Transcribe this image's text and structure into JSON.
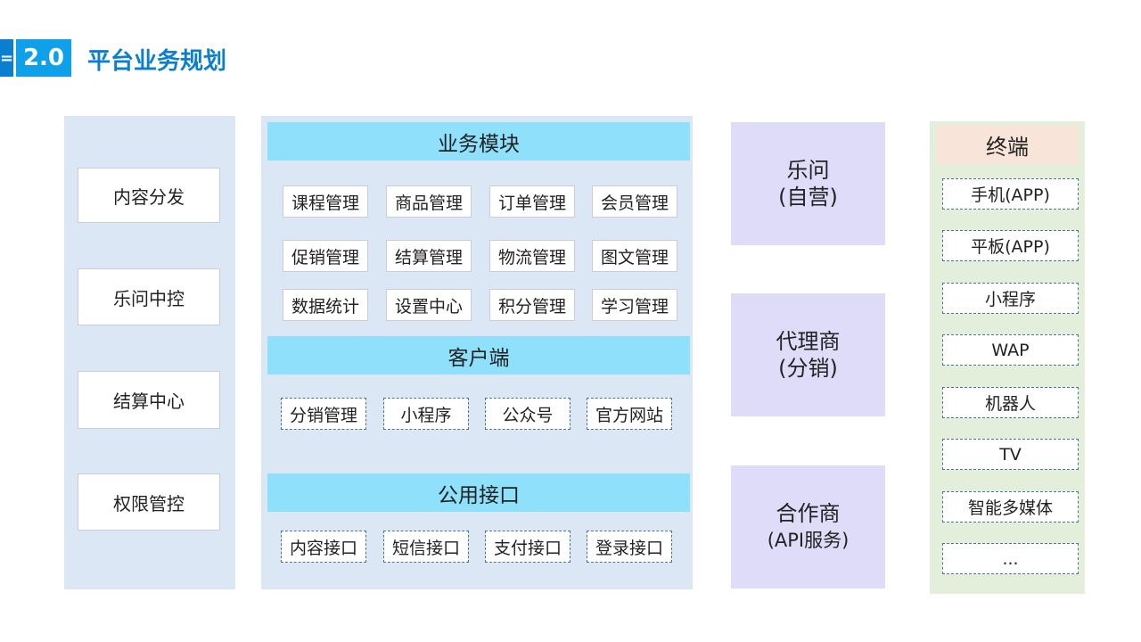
{
  "header": {
    "bar_icon": "=",
    "number": "2.0",
    "title": "平台业务规划"
  },
  "left_items": [
    "内容分发",
    "乐问中控",
    "结算中心",
    "权限管控"
  ],
  "business": {
    "title": "业务模块",
    "modules": [
      [
        "课程管理",
        "商品管理",
        "订单管理",
        "会员管理"
      ],
      [
        "促销管理",
        "结算管理",
        "物流管理",
        "图文管理"
      ],
      [
        "数据统计",
        "设置中心",
        "积分管理",
        "学习管理"
      ]
    ]
  },
  "client": {
    "title": "客户端",
    "items": [
      "分销管理",
      "小程序",
      "公众号",
      "官方网站"
    ]
  },
  "api": {
    "title": "公用接口",
    "items": [
      "内容接口",
      "短信接口",
      "支付接口",
      "登录接口"
    ]
  },
  "partners": [
    {
      "name": "乐问",
      "sub": "(自营)"
    },
    {
      "name": "代理商",
      "sub": "(分销)"
    },
    {
      "name": "合作商",
      "sub": "(API服务)"
    }
  ],
  "terminals": {
    "title": "终端",
    "items": [
      "手机(APP)",
      "平板(APP)",
      "小程序",
      "WAP",
      "机器人",
      "TV",
      "智能多媒体",
      "..."
    ]
  },
  "colors": {
    "brand_blue": "#0a7fd0",
    "number_blue": "#0ea1e9",
    "left_bg": "#dbe7f4",
    "section_header": "#8ee0fb",
    "partner_bg": "#dedcf8",
    "terminal_bg": "#e3efdb",
    "terminal_header": "#f8e4d8"
  }
}
